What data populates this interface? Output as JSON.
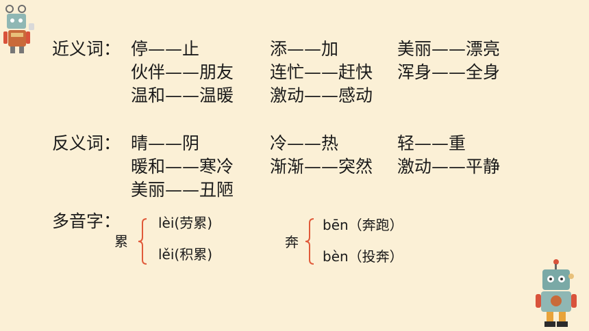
{
  "synonyms": {
    "label": "近义词：",
    "rows": [
      [
        "停——止",
        "添——加",
        "美丽——漂亮"
      ],
      [
        "伙伴——朋友",
        "连忙——赶快",
        "浑身——全身"
      ],
      [
        "温和——温暖",
        "激动——感动",
        ""
      ]
    ]
  },
  "antonyms": {
    "label": "反义词：",
    "rows": [
      [
        "晴——阴",
        "冷——热",
        "轻——重"
      ],
      [
        "暖和——寒冷",
        "渐渐——突然",
        "激动——平静"
      ],
      [
        "美丽——丑陋",
        "",
        ""
      ]
    ]
  },
  "polyphones": {
    "label": "多音字：",
    "groups": [
      {
        "char": "累",
        "readings": [
          "lèi(劳累)",
          "lěi(积累)"
        ]
      },
      {
        "char": "奔",
        "readings": [
          "bēn（奔跑）",
          "bèn（投奔）"
        ]
      }
    ]
  },
  "colors": {
    "background": "#fbf0d6",
    "brace": "#e05a3a",
    "text": "#1a1a1a"
  }
}
